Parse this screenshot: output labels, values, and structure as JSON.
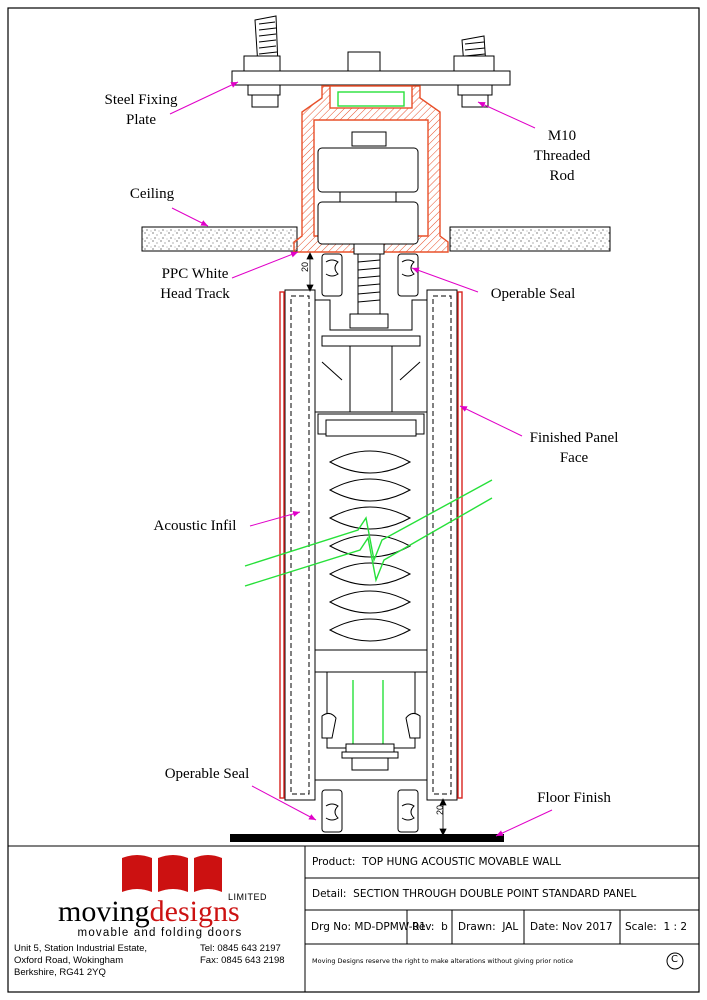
{
  "labels": {
    "steel_fixing_plate": [
      "Steel Fixing",
      "Plate"
    ],
    "m10_threaded_rod": [
      "M10",
      "Threaded",
      "Rod"
    ],
    "ceiling": "Ceiling",
    "ppc_head_track": [
      "PPC White",
      "Head Track"
    ],
    "operable_seal_top": "Operable Seal",
    "finished_panel_face": [
      "Finished Panel",
      "Face"
    ],
    "acoustic_infil": "Acoustic Infil",
    "operable_seal_bottom": "Operable Seal",
    "floor_finish": "Floor Finish",
    "dim_top": "20",
    "dim_bottom": "20"
  },
  "company": {
    "limited": "LIMITED",
    "name_part1": "moving",
    "name_part2": "designs",
    "tagline": "movable and folding doors",
    "address": [
      "Unit 5, Station Industrial Estate,",
      "Oxford Road, Wokingham",
      "Berkshire, RG41 2YQ"
    ],
    "tel": "Tel:  0845 643 2197",
    "fax": "Fax: 0845 643 2198"
  },
  "title_block": {
    "product_label": "Product:",
    "product_value": "TOP HUNG ACOUSTIC MOVABLE WALL",
    "detail_label": "Detail:",
    "detail_value": "SECTION THROUGH DOUBLE POINT STANDARD PANEL",
    "drg_label": "Drg No:",
    "drg_value": "MD-DPMW-01",
    "rev_label": "Rev:",
    "rev_value": "b",
    "drawn_label": "Drawn:",
    "drawn_value": "JAL",
    "date_label": "Date:",
    "date_value": "Nov 2017",
    "scale_label": "Scale:",
    "scale_value": "1 : 2",
    "notice": "Moving Designs reserve the right to make alterations without giving prior notice",
    "copyright": "C"
  },
  "colors": {
    "line": "#000000",
    "track": "#e8502a",
    "panel_face": "#d9231e",
    "leader": "#e000c8",
    "break_line": "#27e03a",
    "logo_red": "#cc1111"
  }
}
